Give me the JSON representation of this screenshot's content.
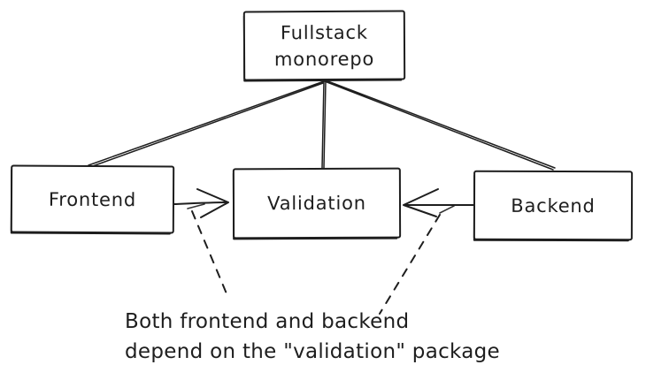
{
  "diagram": {
    "style": {
      "background": "#ffffff",
      "stroke": "#1e1e1e"
    },
    "nodes": {
      "monorepo": {
        "label_line1": "Fullstack",
        "label_line2": "monorepo"
      },
      "frontend": {
        "label": "Frontend"
      },
      "validation": {
        "label": "Validation"
      },
      "backend": {
        "label": "Backend"
      }
    },
    "edges": [
      {
        "from": "monorepo",
        "to": "frontend",
        "type": "line"
      },
      {
        "from": "monorepo",
        "to": "validation",
        "type": "line"
      },
      {
        "from": "monorepo",
        "to": "backend",
        "type": "line"
      },
      {
        "from": "frontend",
        "to": "validation",
        "type": "arrow"
      },
      {
        "from": "backend",
        "to": "validation",
        "type": "arrow"
      }
    ],
    "annotation": {
      "line1": "Both frontend and backend",
      "line2": "depend on the \"validation\" package",
      "pointers": [
        {
          "from": "annotation",
          "to": "frontend-validation-arrow",
          "type": "dashed"
        },
        {
          "from": "annotation",
          "to": "backend-validation-arrow",
          "type": "dashed"
        }
      ]
    }
  }
}
